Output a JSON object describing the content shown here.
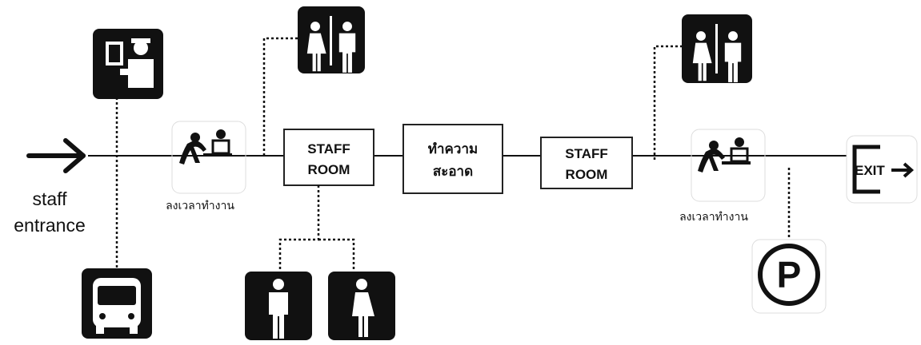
{
  "entrance": {
    "label_line1": "staff",
    "label_line2": "entrance",
    "icon": "arrow-right-icon"
  },
  "stations": [
    {
      "type": "time-clock",
      "icon": "clock-in-icon",
      "label": "ลงเวลาทำงาน"
    },
    {
      "type": "box",
      "lines": [
        "STAFF",
        "ROOM"
      ],
      "bold": true
    },
    {
      "type": "box",
      "lines": [
        "ทำความ",
        "สะอาด"
      ],
      "bold": true
    },
    {
      "type": "box",
      "lines": [
        "STAFF",
        "ROOM"
      ],
      "bold": true
    },
    {
      "type": "time-clock",
      "icon": "clock-in-icon",
      "label": "ลงเวลาทำงาน"
    },
    {
      "type": "exit",
      "icon": "exit-icon",
      "label": "EXIT"
    }
  ],
  "branches": {
    "security": {
      "icon": "security-guard-icon"
    },
    "bus": {
      "icon": "bus-icon"
    },
    "restroom_top_left": {
      "icon": "restroom-icon"
    },
    "restroom_top_right": {
      "icon": "restroom-icon"
    },
    "male_restroom": {
      "icon": "male-restroom-icon"
    },
    "female_restroom": {
      "icon": "female-restroom-icon"
    },
    "parking": {
      "icon": "parking-icon",
      "label": "P"
    }
  },
  "colors": {
    "ink": "#111111",
    "box_border": "#222222",
    "background": "#ffffff"
  }
}
